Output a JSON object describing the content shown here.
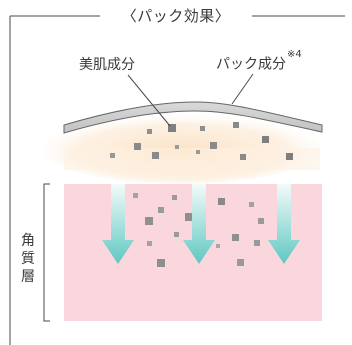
{
  "title": "〈パック効果〉",
  "labels": {
    "ingredient": "美肌成分",
    "pack_component": "パック成分",
    "footnote_mark": "※4",
    "stratum_corneum": "角質層"
  },
  "colors": {
    "frame_line": "#4a4a4a",
    "pack_fill": "#cfcfcf",
    "pack_outline": "#666666",
    "glow": "#fbe6cc",
    "skin_layer": "#f9d7dc",
    "particle": "#888888",
    "arrow_top": "#f3fbfb",
    "arrow_bottom": "#5fc8c2"
  },
  "icons": [
    "down-arrow-icon",
    "ingredient-particle-icon"
  ]
}
